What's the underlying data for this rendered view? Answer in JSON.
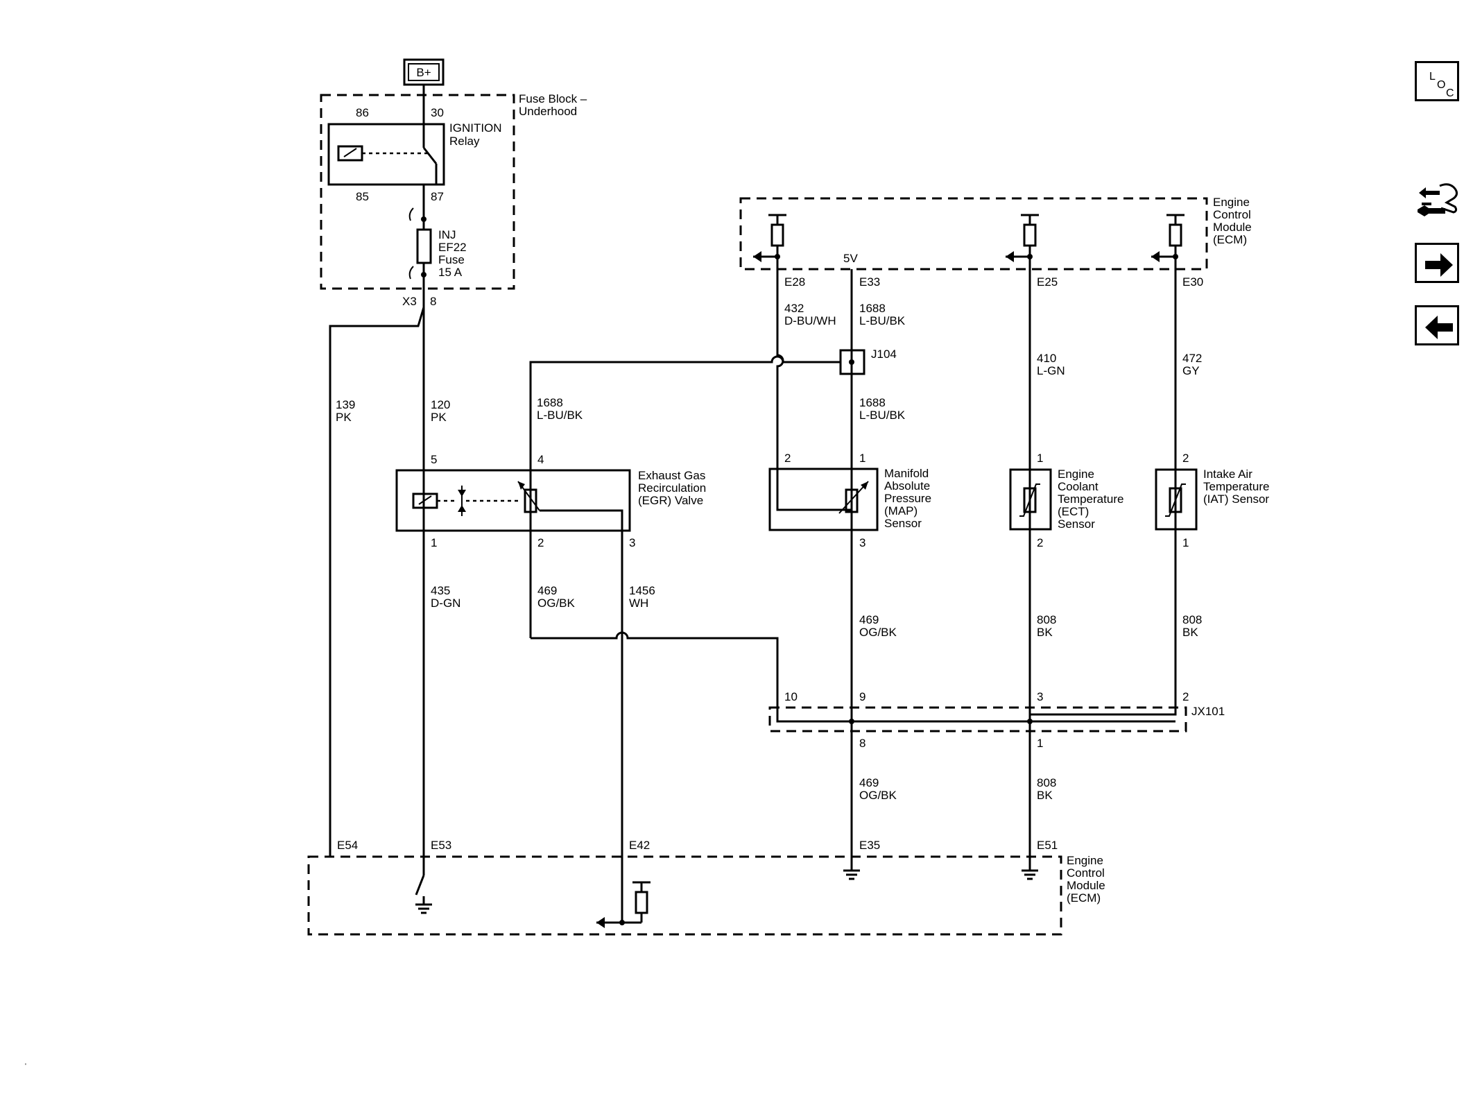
{
  "power": {
    "source": "B+"
  },
  "fuse_block": {
    "title_line1": "Fuse Block –",
    "title_line2": "Underhood",
    "relay_line1": "IGNITION",
    "relay_line2": "Relay",
    "pin86": "86",
    "pin30": "30",
    "pin85": "85",
    "pin87": "87",
    "fuse_line1": "INJ",
    "fuse_line2": "EF22",
    "fuse_line3": "Fuse",
    "fuse_line4": "15 A",
    "conn": "X3",
    "conn_pin": "8"
  },
  "ecm_top": {
    "line1": "Engine",
    "line2": "Control",
    "line3": "Module",
    "line4": "(ECM)",
    "ref_5v": "5V",
    "pins": [
      "E28",
      "E33",
      "E25",
      "E30"
    ]
  },
  "ecm_bottom": {
    "line1": "Engine",
    "line2": "Control",
    "line3": "Module",
    "line4": "(ECM)",
    "pins": [
      "E54",
      "E53",
      "E42",
      "E35",
      "E51"
    ]
  },
  "wires": {
    "w139": [
      "139",
      "PK"
    ],
    "w120": [
      "120",
      "PK"
    ],
    "w1688a": [
      "1688",
      "L-BU/BK"
    ],
    "w432": [
      "432",
      "D-BU/WH"
    ],
    "w1688b": [
      "1688",
      "L-BU/BK"
    ],
    "w1688c": [
      "1688",
      "L-BU/BK"
    ],
    "w410": [
      "410",
      "L-GN"
    ],
    "w472": [
      "472",
      "GY"
    ],
    "w435": [
      "435",
      "D-GN"
    ],
    "w469a": [
      "469",
      "OG/BK"
    ],
    "w1456": [
      "1456",
      "WH"
    ],
    "w469b": [
      "469",
      "OG/BK"
    ],
    "w808a": [
      "808",
      "BK"
    ],
    "w808b": [
      "808",
      "BK"
    ],
    "w469c": [
      "469",
      "OG/BK"
    ],
    "w808c": [
      "808",
      "BK"
    ]
  },
  "splice": "J104",
  "egr": {
    "line1": "Exhaust Gas",
    "line2": "Recirculation",
    "line3": "(EGR) Valve",
    "pin5": "5",
    "pin4": "4",
    "pin1": "1",
    "pin2": "2",
    "pin3": "3"
  },
  "map": {
    "line1": "Manifold",
    "line2": "Absolute",
    "line3": "Pressure",
    "line4": "(MAP)",
    "line5": "Sensor",
    "pin2": "2",
    "pin1": "1",
    "pin3": "3"
  },
  "ect": {
    "line1": "Engine",
    "line2": "Coolant",
    "line3": "Temperature",
    "line4": "(ECT)",
    "line5": "Sensor",
    "pin1": "1",
    "pin2": "2"
  },
  "iat": {
    "line1": "Intake Air",
    "line2": "Temperature",
    "line3": "(IAT) Sensor",
    "pin2": "2",
    "pin1": "1"
  },
  "jx101": {
    "name": "JX101",
    "pin10": "10",
    "pin9": "9",
    "pin3": "3",
    "pin2": "2",
    "pin8": "8",
    "pin1": "1"
  },
  "nav": {
    "loc": [
      "L",
      "O",
      "C"
    ],
    "icons": [
      "component-locator-icon",
      "tools-icon",
      "next-arrow-icon",
      "previous-arrow-icon"
    ]
  }
}
